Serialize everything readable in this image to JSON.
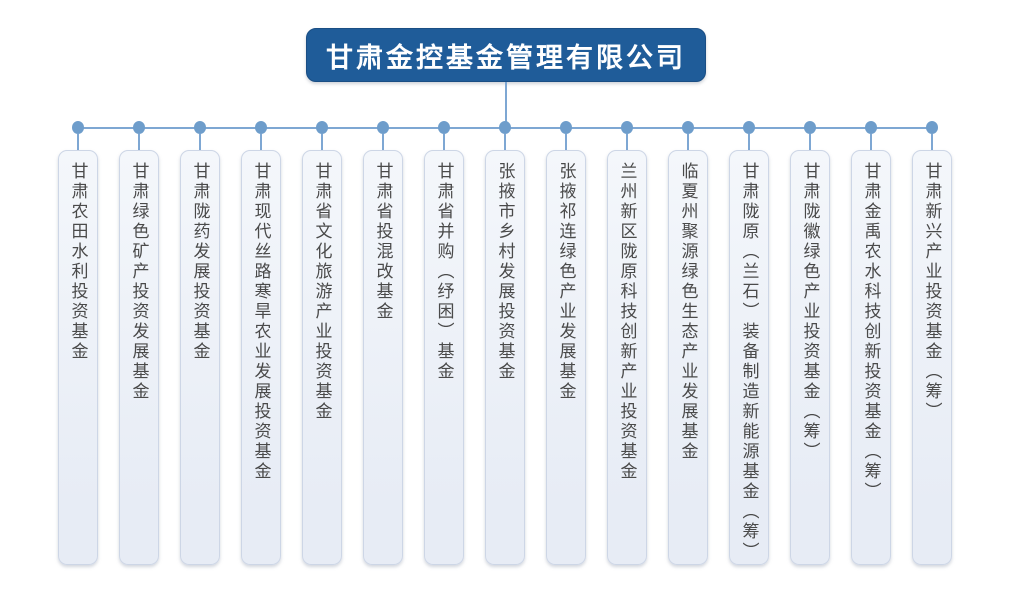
{
  "page": {
    "background": "#ffffff"
  },
  "chart": {
    "type": "org-chart",
    "root": {
      "label": "甘肃金控基金管理有限公司"
    },
    "children": [
      {
        "label": "甘肃农田水利投资基金"
      },
      {
        "label": "甘肃绿色矿产投资发展基金"
      },
      {
        "label": "甘肃陇药发展投资基金"
      },
      {
        "label": "甘肃现代丝路寒旱农业发展投资基金"
      },
      {
        "label": "甘肃省文化旅游产业投资基金"
      },
      {
        "label": "甘肃省投混改基金"
      },
      {
        "label": "甘肃省并购（纾困）基金"
      },
      {
        "label": "张掖市乡村发展投资基金"
      },
      {
        "label": "张掖祁连绿色产业发展基金"
      },
      {
        "label": "兰州新区陇原科技创新产业投资基金"
      },
      {
        "label": "临夏州聚源绿色生态产业发展基金"
      },
      {
        "label": "甘肃陇原（兰石）装备制造新能源基金（筹）"
      },
      {
        "label": "甘肃陇徽绿色产业投资基金（筹）"
      },
      {
        "label": "甘肃金禹农水科技创新投资基金（筹）"
      },
      {
        "label": "甘肃新兴产业投资基金（筹）"
      }
    ],
    "colors": {
      "page_bg": "#ffffff",
      "root_fill": "#1f5c99",
      "root_border": "#1a4e84",
      "root_text": "#ffffff",
      "line": "#7ea7d3",
      "dot": "#6e9dcb",
      "node_fill": "#e7ecf5",
      "node_border": "#cdd6e6",
      "node_text": "#4a4a4a"
    }
  }
}
